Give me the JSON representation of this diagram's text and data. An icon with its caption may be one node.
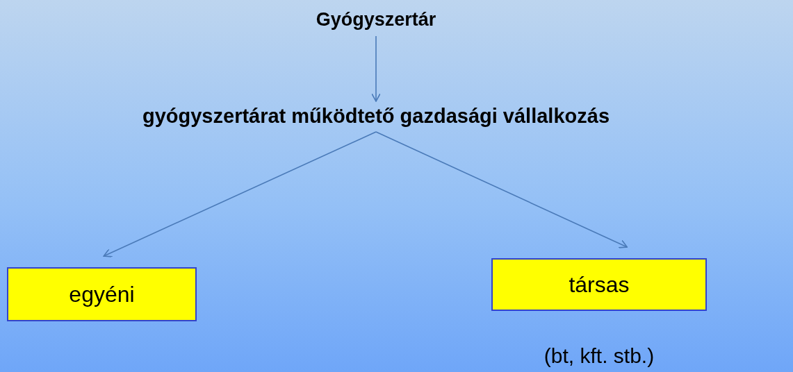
{
  "diagram": {
    "nodes": [
      {
        "text": [
          "Gyógyszertár"
        ]
      },
      {
        "text": [
          "gyógyszertárat működtető gazdasági vállalkozás"
        ]
      },
      {
        "text": [
          "egyéni"
        ]
      },
      {
        "text": [
          "társas"
        ],
        "beside": [
          "(bt, kft. stb.)"
        ]
      }
    ],
    "edges": [
      {
        "from": 0,
        "to": 1,
        "arrow": "to"
      },
      {
        "from": 1,
        "to": 2,
        "arrow": "to"
      },
      {
        "from": 1,
        "to": 3,
        "arrow": "to"
      }
    ]
  }
}
